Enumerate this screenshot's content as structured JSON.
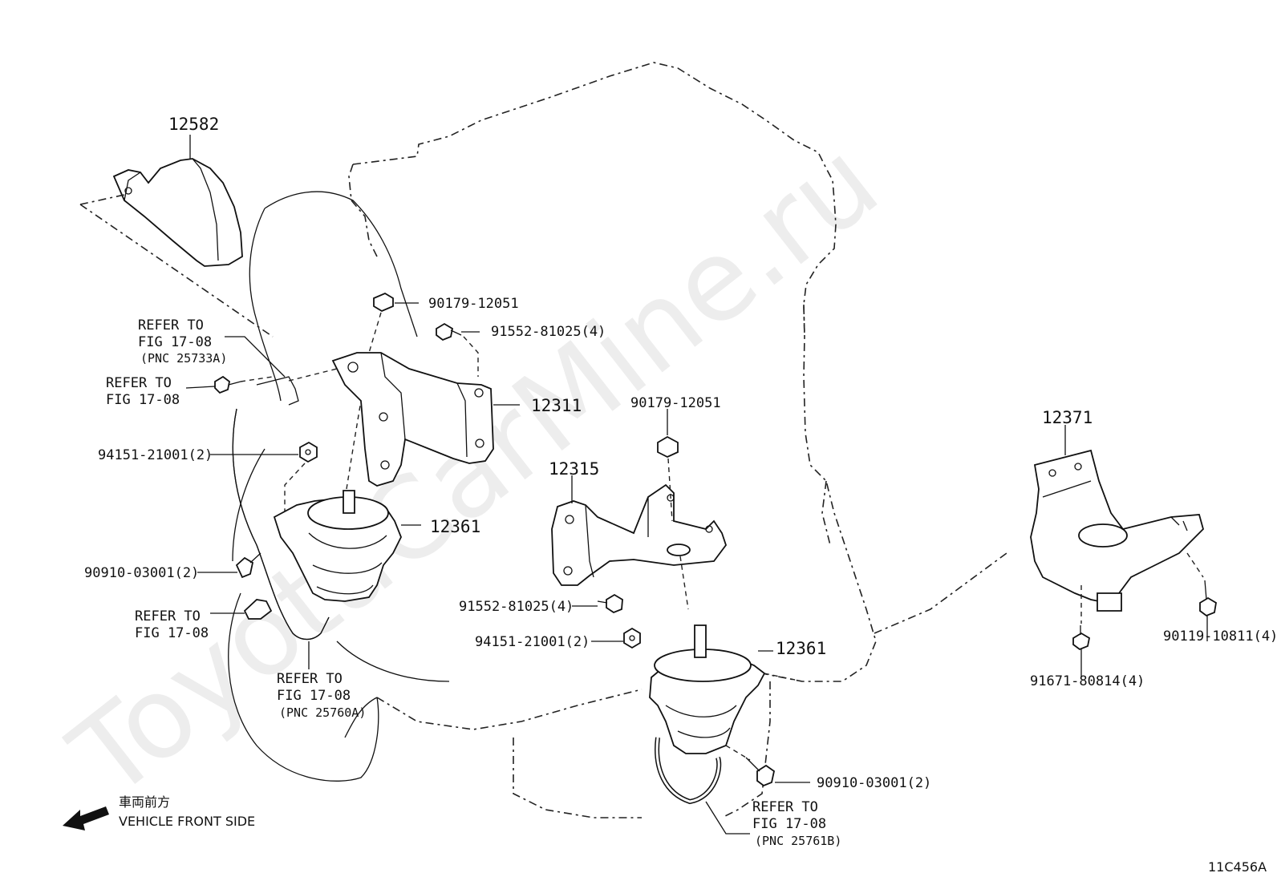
{
  "watermark": "ToyotaCarMine.ru",
  "figure_code": "11C456A",
  "direction": {
    "label_jp": "車両前方",
    "label_en": "VEHICLE FRONT SIDE",
    "icon": "arrow-left-icon"
  },
  "parts": {
    "p12582": "12582",
    "p12311": "12311",
    "p12315": "12315",
    "p12371": "12371",
    "p12361_left": "12361",
    "p12361_right": "12361",
    "nut_top_left": "90179-12051",
    "nut_top_mid": "90179-12051",
    "bolt_top": "91552-81025(4)",
    "bolt_mid": "91552-81025(4)",
    "nut_left": "94151-21001(2)",
    "nut_mid": "94151-21001(2)",
    "bolt_left": "90910-03001(2)",
    "bolt_right": "90910-03001(2)",
    "bolt_rear_right": "90119-10811(4)",
    "bolt_rear_bottom": "91671-80814(4)"
  },
  "refs": {
    "r1": {
      "l1": "REFER TO",
      "l2": "FIG 17-08",
      "l3": "(PNC 25733A)"
    },
    "r2": {
      "l1": "REFER TO",
      "l2": "FIG 17-08"
    },
    "r3": {
      "l1": "REFER TO",
      "l2": "FIG 17-08"
    },
    "r4": {
      "l1": "REFER TO",
      "l2": "FIG 17-08",
      "l3": "(PNC 25760A)"
    },
    "r5": {
      "l1": "REFER TO",
      "l2": "FIG 17-08",
      "l3": "(PNC 25761B)"
    }
  }
}
